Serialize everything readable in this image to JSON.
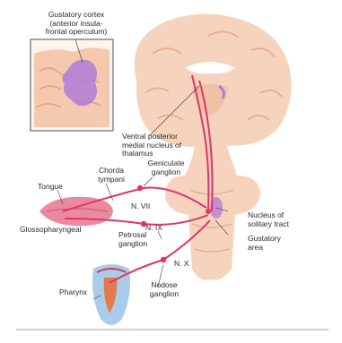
{
  "labels": {
    "gustatory_cortex": "Gustatory cortex\n(anterior insula-\nfrontal operculum)",
    "thalamus": "Ventral posterior\nmedial nucleus of\nthalamus",
    "geniculate_ganglion": "Geniculate\nganglion",
    "chorda_tympani": "Chorda\ntympani",
    "tongue": "Tongue",
    "n_vii": "N. VII",
    "glossopharyngeal": "Glossopharyngeal",
    "n_ix": "N. IX",
    "petrosal_ganglion": "Petrosal\nganglion",
    "nucleus_solitary_tract": "Nucleus of\nsolitary tract",
    "gustatory_area": "Gustatory\narea",
    "n_x": "N. X",
    "pharynx": "Pharynx",
    "nodose_ganglion": "Nodose\nganglion"
  },
  "colors": {
    "brain": "#f6d3bd",
    "brain_fold": "#e8a98c",
    "pathway": "#e2336b",
    "cortex_highlight": "#b07ad8",
    "tongue": "#e98a9e",
    "inset_border": "#6b6b6b"
  }
}
